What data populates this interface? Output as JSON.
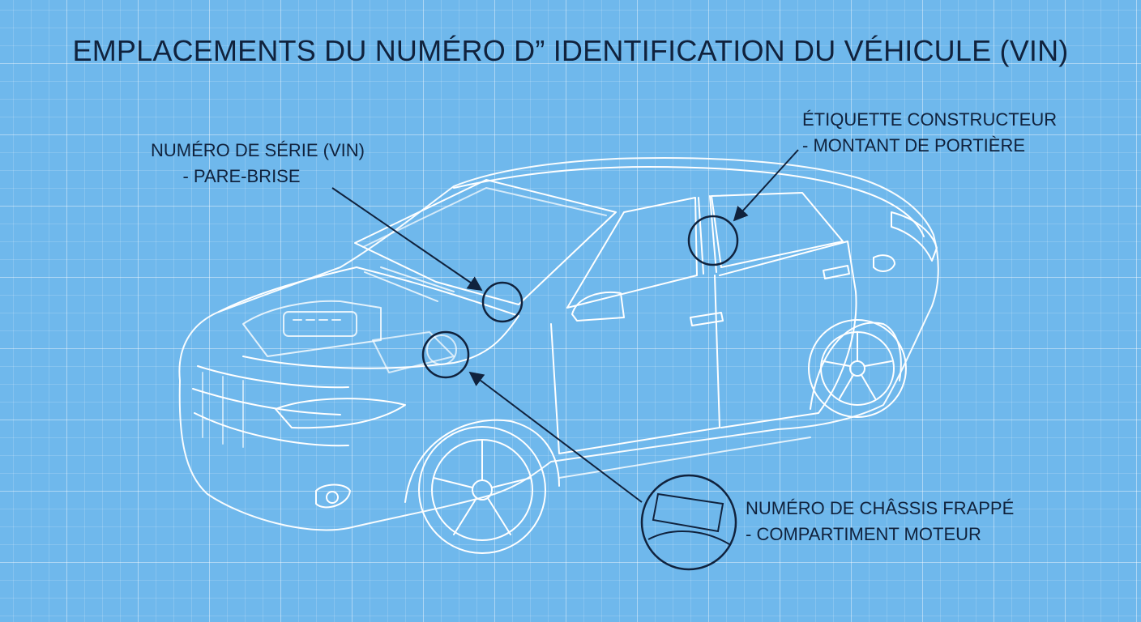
{
  "title": "EMPLACEMENTS DU NUMÉRO D” IDENTIFICATION DU VÉHICULE (VIN)",
  "callouts": {
    "windshield": {
      "line1": "NUMÉRO DE SÉRIE (VIN)",
      "line2": "- PARE-BRISE"
    },
    "door": {
      "line1": "ÉTIQUETTE CONSTRUCTEUR",
      "line2": "- MONTANT DE PORTIÈRE"
    },
    "chassis": {
      "line1": "NUMÉRO DE CHÂSSIS FRAPPÉ",
      "line2": "- COMPARTIMENT MOTEUR"
    }
  },
  "colors": {
    "background": "#6fb8ec",
    "line_art": "#ffffff",
    "annotation": "#10223d"
  }
}
